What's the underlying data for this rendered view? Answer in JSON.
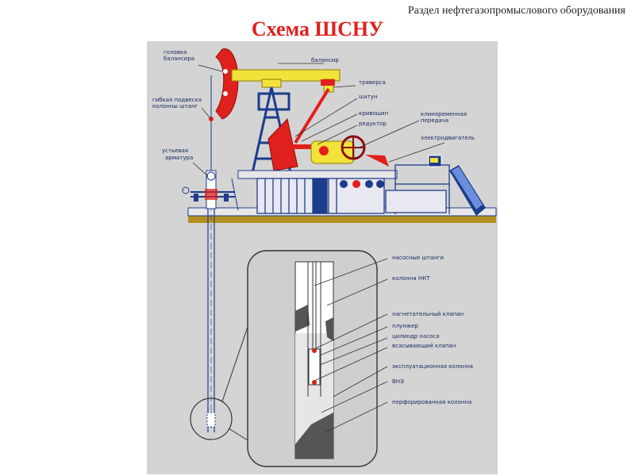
{
  "header": {
    "section_note": "Раздел нефтегазопромыслового оборудования",
    "title": "Схема ШСНУ"
  },
  "labels": {
    "balancer_head": [
      "головка",
      "балансира"
    ],
    "balancer": "балансир",
    "flexible_suspension": [
      "гибкая подвеска",
      "колонны штанг"
    ],
    "traverse": "траверса",
    "connecting_rod": "шатун",
    "crank": "кривошип",
    "gearbox": "редуктор",
    "belt_drive": [
      "клиноременная",
      "передача"
    ],
    "motor": "электродвигатель",
    "wellhead": [
      "устьевая",
      "арматура"
    ],
    "sucker_rods": "насосные штанги",
    "tubing": "колонна НКТ",
    "discharge_valve": "нагнетательный клапан",
    "plunger": "плунжер",
    "pump_cylinder": "цилиндр насоса",
    "suction_valve": "всасывающий клапан",
    "production_casing": "эксплуатационная колонна",
    "vne": "ВНЭ",
    "perforated_casing": "перфорированная колонна"
  },
  "colors": {
    "title": "#e0201c",
    "panel": "#d4d4d4",
    "balancer": "#f2e23a",
    "head": "#e0201c",
    "frame": "#1c3c8c",
    "ground": "#b4901e",
    "label": "#1a2a60"
  }
}
